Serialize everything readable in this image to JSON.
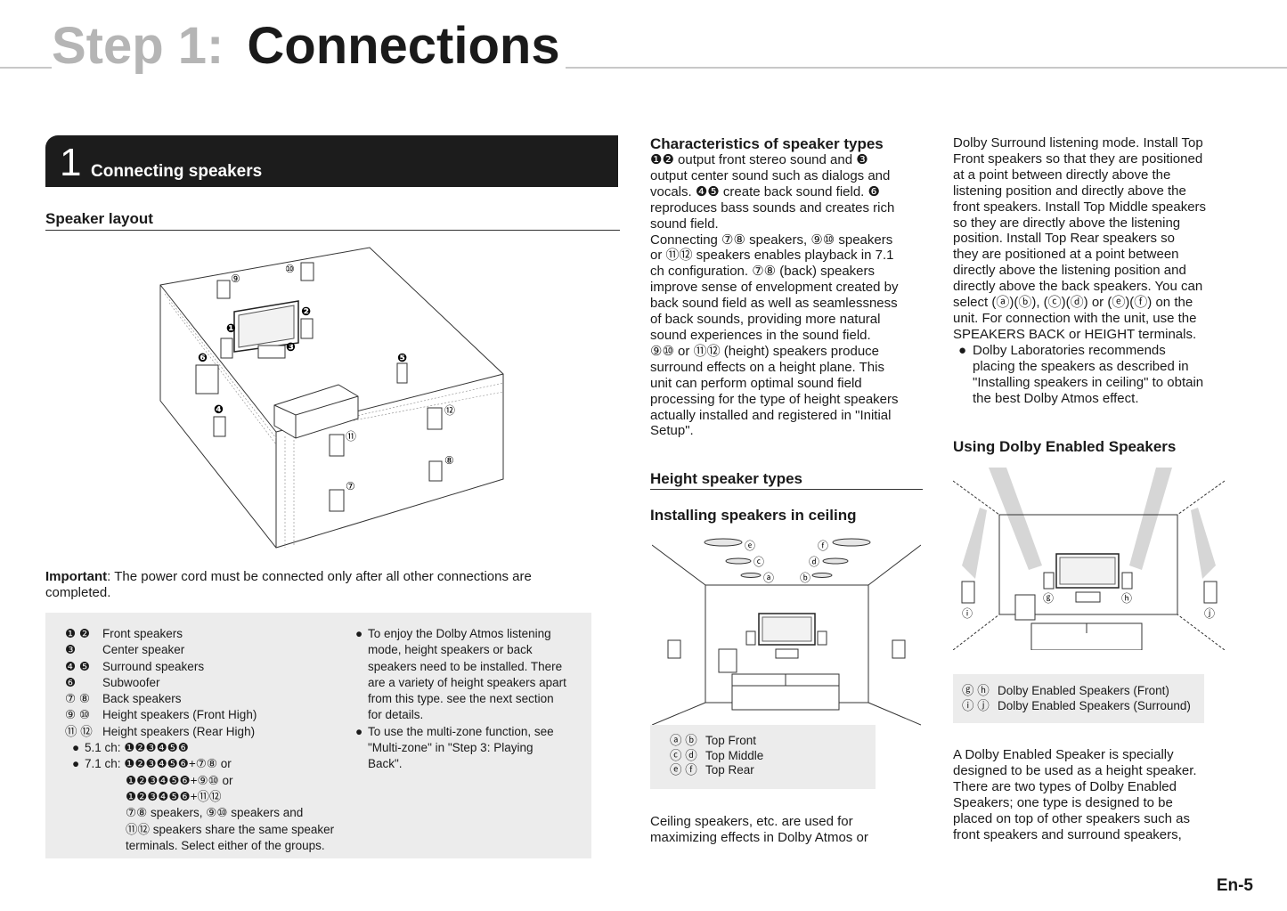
{
  "header": {
    "step": "Step 1:",
    "title": "Connections"
  },
  "section": {
    "number": "1",
    "label": "Connecting speakers"
  },
  "speaker_layout": {
    "heading": "Speaker layout",
    "important_label": "Important",
    "important_text": ": The power cord must be connected only after all other connections are",
    "important_text2": "completed.",
    "diagram_marks": {
      "n1": "❶",
      "n2": "❷",
      "n3": "❸",
      "n4": "❹",
      "n5": "❺",
      "n6": "❻",
      "n7": "⑦",
      "n8": "⑧",
      "n9": "⑨",
      "n10": "⑩",
      "n11": "⑪",
      "n12": "⑫"
    }
  },
  "legend": {
    "items": [
      {
        "key": "❶ ❷",
        "label": "Front speakers"
      },
      {
        "key": "❸",
        "label": "Center speaker"
      },
      {
        "key": "❹ ❺",
        "label": "Surround speakers"
      },
      {
        "key": "❻",
        "label": "Subwoofer"
      },
      {
        "key": "⑦ ⑧",
        "label": "Back speakers"
      },
      {
        "key": "⑨ ⑩",
        "label": "Height speakers (Front High)"
      },
      {
        "key": "⑪ ⑫",
        "label": "Height speakers (Rear High)"
      }
    ],
    "bullet_51": "5.1 ch: ❶❷❸❹❺❻",
    "bullet_71_a": "7.1 ch: ❶❷❸❹❺❻+⑦⑧ or",
    "bullet_71_b": "❶❷❸❹❺❻+⑨⑩ or",
    "bullet_71_c": "❶❷❸❹❺❻+⑪⑫",
    "note_a": "⑦⑧ speakers, ⑨⑩ speakers and",
    "note_b": "⑪⑫ speakers share the same speaker",
    "note_c": "terminals. Select either of the groups.",
    "right_bullets": [
      [
        "To enjoy the Dolby Atmos listening",
        "mode, height speakers or back",
        "speakers need to be installed. There",
        "are a variety of height speakers apart",
        "from this type. see the next section",
        "for details."
      ],
      [
        "To use the multi-zone function, see",
        "\"Multi-zone\" in \"Step 3:  Playing",
        "Back\"."
      ]
    ]
  },
  "characteristics": {
    "heading": "Characteristics of speaker types",
    "lines": [
      "❶❷ output front stereo sound and ❸",
      "output center sound such as dialogs and",
      "vocals. ❹❺ create back sound field. ❻",
      "reproduces bass sounds and creates rich",
      "sound field.",
      "Connecting ⑦⑧ speakers, ⑨⑩ speakers",
      "or ⑪⑫ speakers enables playback in 7.1",
      "ch configuration. ⑦⑧ (back) speakers",
      "improve sense of envelopment created by",
      "back sound field as well as seamlessness",
      "of back sounds, providing more natural",
      "sound experiences in the sound field.",
      "⑨⑩ or ⑪⑫ (height) speakers produce",
      "surround effects on a height plane. This",
      "unit can perform optimal sound field",
      "processing for the type of height speakers",
      "actually installed and registered in \"Initial",
      "Setup\"."
    ]
  },
  "height_types": {
    "heading": "Height speaker types",
    "ceiling_heading": "Installing speakers in ceiling",
    "ceiling_marks": {
      "a": "ⓐ",
      "b": "ⓑ",
      "c": "ⓒ",
      "d": "ⓓ",
      "e": "ⓔ",
      "f": "ⓕ"
    },
    "ceiling_legend": [
      {
        "key": "ⓐ ⓑ",
        "label": "Top Front"
      },
      {
        "key": "ⓒ ⓓ",
        "label": "Top Middle"
      },
      {
        "key": "ⓔ ⓕ",
        "label": "Top Rear"
      }
    ],
    "ceiling_text": [
      "Ceiling speakers, etc. are used for",
      "maximizing effects in Dolby Atmos or"
    ]
  },
  "right_column": {
    "lines": [
      "Dolby Surround listening mode. Install Top",
      "Front speakers so that they are positioned",
      "at a point between directly above the",
      "listening position and directly above the",
      "front speakers. Install Top Middle speakers",
      "so they are directly above the listening",
      "position. Install Top Rear speakers so",
      "they are positioned at a point between",
      "directly above the listening position and",
      "directly above the back speakers. You can",
      "select (ⓐ)(ⓑ), (ⓒ)(ⓓ) or (ⓔ)(ⓕ) on the",
      "unit. For connection with the unit, use the",
      "SPEAKERS BACK or HEIGHT terminals."
    ],
    "bullet": [
      "Dolby Laboratories recommends",
      "placing the speakers as described in",
      "\"Installing speakers in ceiling\" to obtain",
      "the best Dolby Atmos effect."
    ],
    "dolby_heading": "Using Dolby Enabled Speakers",
    "dolby_marks": {
      "g": "ⓖ",
      "h": "ⓗ",
      "i": "ⓘ",
      "j": "ⓙ"
    },
    "dolby_legend": [
      {
        "key": "ⓖ ⓗ",
        "label": "Dolby Enabled Speakers (Front)"
      },
      {
        "key": "ⓘ ⓙ",
        "label": "Dolby Enabled Speakers (Surround)"
      }
    ],
    "dolby_text": [
      "A Dolby Enabled Speaker is specially",
      "designed to be used as a height speaker.",
      "There are two types of Dolby Enabled",
      "Speakers; one type is designed to be",
      "placed on top of other speakers such as",
      "front speakers and surround speakers,"
    ]
  },
  "footer": {
    "page": "En-5"
  }
}
